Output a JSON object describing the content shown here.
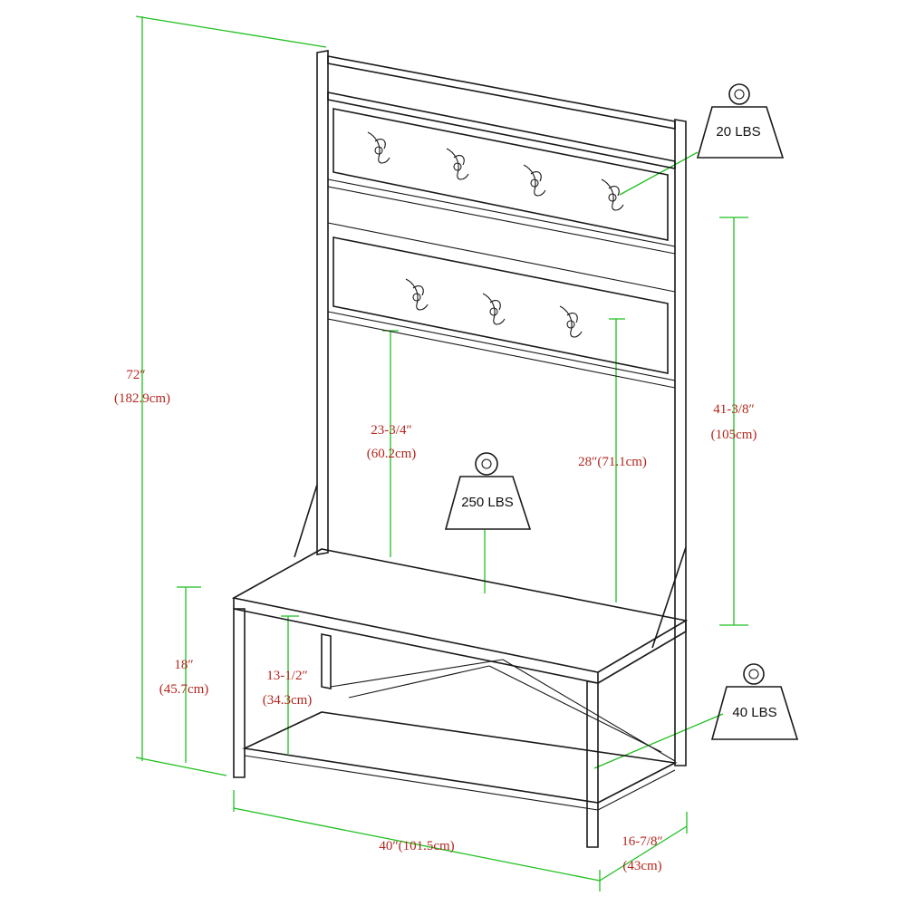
{
  "colors": {
    "dimension_text": "#b3261e",
    "dimension_line": "#1fbf1f",
    "outline": "#1a1a1a",
    "background": "#ffffff"
  },
  "dimensions": {
    "height_total": {
      "in": "72″",
      "cm": "(182.9cm)"
    },
    "hook_to_seat": {
      "in": "23-3/4″",
      "cm": "(60.2cm)"
    },
    "hook_to_floor_height": {
      "text": "28″(71.1cm)"
    },
    "back_panel_height": {
      "in": "41-3/8″",
      "cm": "(105cm)"
    },
    "seat_height": {
      "in": "18″",
      "cm": "(45.7cm)"
    },
    "shelf_gap": {
      "in": "13-1/2″",
      "cm": "(34.3cm)"
    },
    "width": {
      "text": "40″(101.5cm)"
    },
    "depth": {
      "in": "16-7/8″",
      "cm": "(43cm)"
    }
  },
  "weights": {
    "hooks": "20 LBS",
    "bench": "250 LBS",
    "shelf": "40 LBS"
  },
  "icons": [
    "weight-icon"
  ]
}
